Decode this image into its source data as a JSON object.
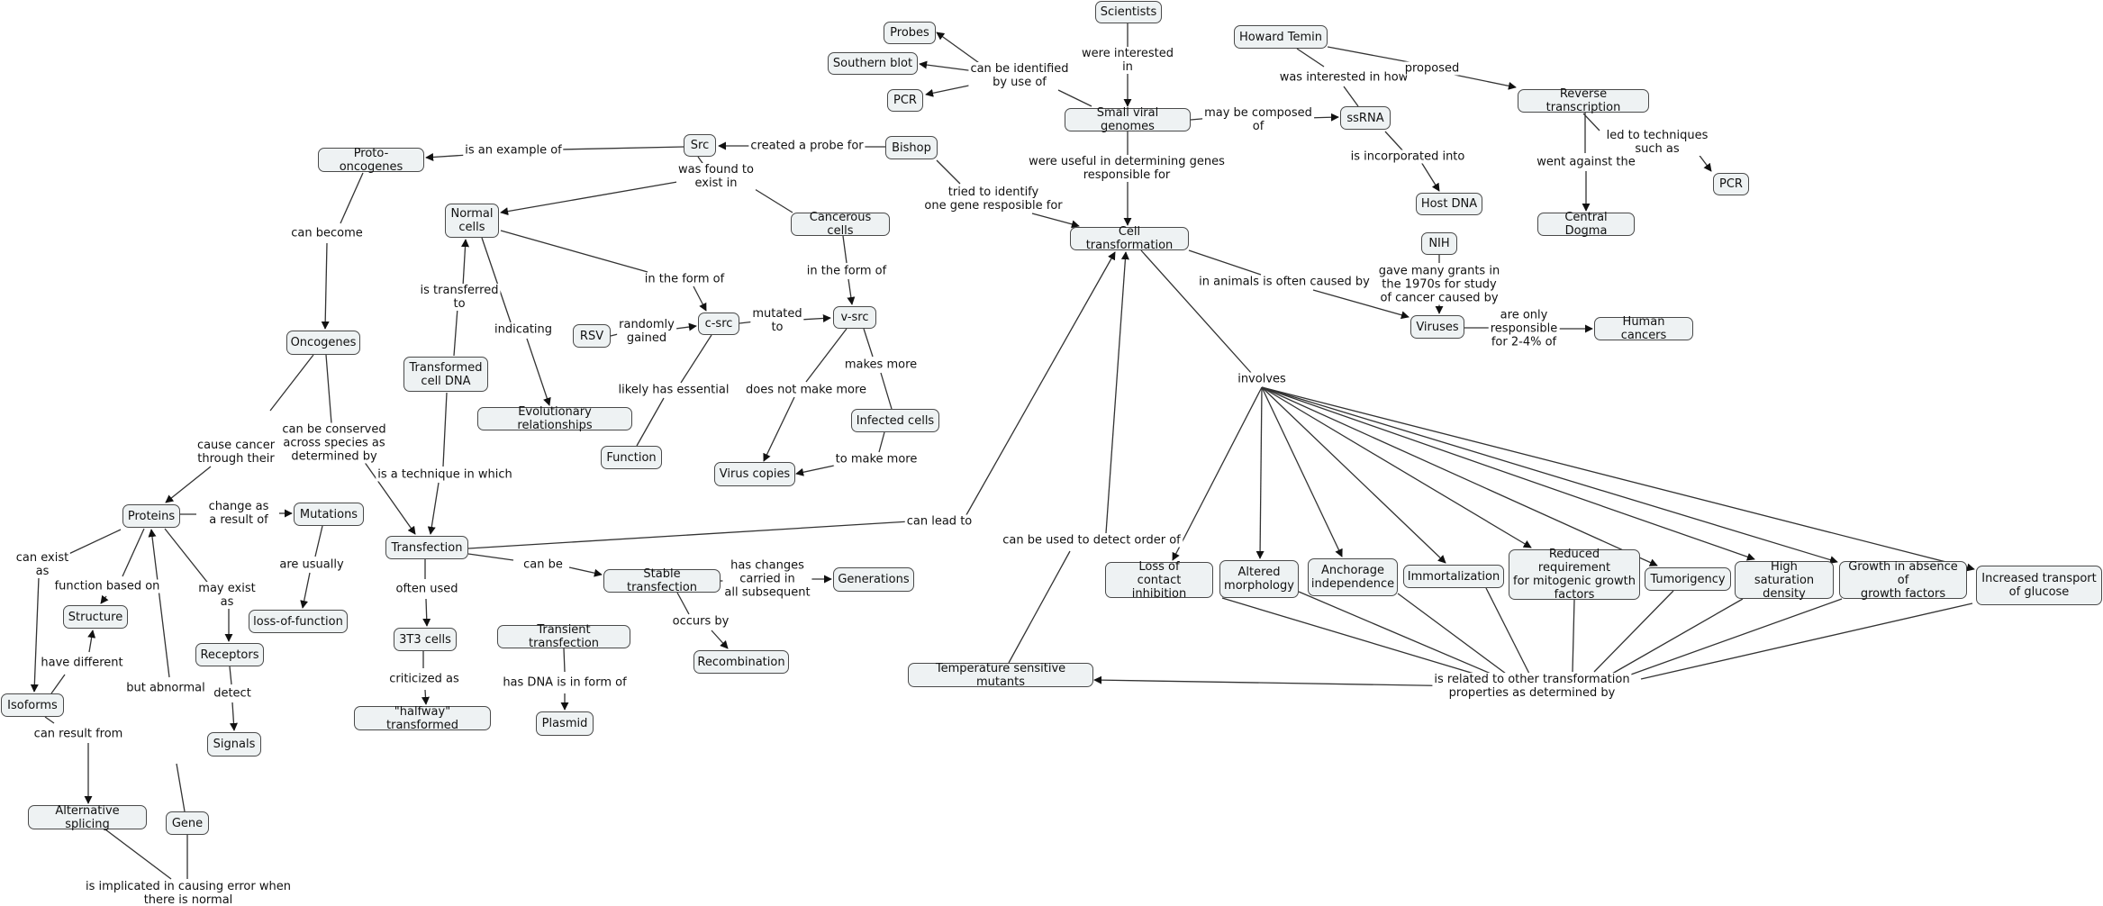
{
  "nodes": {
    "scientists": "Scientists",
    "probes": "Probes",
    "southern_blot": "Southern blot",
    "pcr_1": "PCR",
    "howard_temin": "Howard Temin",
    "reverse_transcription": "Reverse transcription",
    "small_viral_genomes": "Small viral genomes",
    "ssrna": "ssRNA",
    "proto_oncogenes": "Proto-oncogenes",
    "src": "Src",
    "bishop": "Bishop",
    "pcr_2": "PCR",
    "host_dna": "Host DNA",
    "central_dogma": "Central Dogma",
    "normal_cells": "Normal\ncells",
    "cancerous_cells": "Cancerous cells",
    "cell_transformation": "Cell transformation",
    "nih": "NIH",
    "rsv": "RSV",
    "c_src": "c-src",
    "v_src": "v-src",
    "viruses": "Viruses",
    "human_cancers": "Human cancers",
    "oncogenes": "Oncogenes",
    "transformed_cell_dna": "Transformed\ncell DNA",
    "evolutionary_relationships": "Evolutionary relationships",
    "infected_cells": "Infected cells",
    "function": "Function",
    "virus_copies": "Virus copies",
    "proteins": "Proteins",
    "mutations": "Mutations",
    "transfection": "Transfection",
    "stable_transfection": "Stable transfection",
    "generations": "Generations",
    "loss_contact_inhibition": "Loss of\ncontact inhibition",
    "altered_morphology": "Altered\nmorphology",
    "anchorage_independence": "Anchorage\nindependence",
    "immortalization": "Immortalization",
    "reduced_requirement": "Reduced requirement\nfor mitogenic growth\nfactors",
    "tumorigency": "Tumorigency",
    "high_saturation_density": "High saturation\ndensity",
    "growth_absence": "Growth in absence of\ngrowth factors",
    "increased_transport": "Increased transport\nof glucose",
    "structure": "Structure",
    "loss_of_function": "loss-of-function",
    "receptors": "Receptors",
    "three_t3_cells": "3T3 cells",
    "transient_transfection": "Transient transfection",
    "recombination": "Recombination",
    "temperature_sensitive_mutants": "Temperature sensitive mutants",
    "isoforms": "Isoforms",
    "signals": "Signals",
    "halfway_transformed": "\"halfway\" transformed",
    "plasmid": "Plasmid",
    "alternative_splicing": "Alternative splicing",
    "gene": "Gene"
  },
  "labels": {
    "were_interested_in": "were interested\nin",
    "can_be_identified_by_use_of": "can be identified\nby use of",
    "was_interested_in_how": "was interested in how",
    "proposed": "proposed",
    "may_be_composed_of": "may be composed\nof",
    "is_an_example_of": "is an example of",
    "created_a_probe_for": "created a probe for",
    "was_found_to_exist_in": "was found to\nexist in",
    "led_to_techniques_such_as": "led to techniques\nsuch as",
    "is_incorporated_into": "is incorporated into",
    "went_against_the": "went against the",
    "tried_to_identify": "tried to identify\none gene resposible for",
    "were_useful_in_determining": "were useful in determining genes\nresponsible for",
    "can_become": "can become",
    "in_the_form_of_1": "in the form of",
    "in_the_form_of_2": "in the form of",
    "is_transferred_to": "is transferred\nto",
    "in_animals_often_caused_by": "in animals is often caused by",
    "gave_many_grants": "gave many grants in\nthe 1970s for study\nof cancer caused by",
    "randomly_gained": "randomly\ngained",
    "mutated_to": "mutated\nto",
    "are_only_responsible": "are only\nresponsible\nfor 2-4% of",
    "indicating": "indicating",
    "makes_more": "makes more",
    "likely_has_essential": "likely has essential",
    "does_not_make_more": "does not make more",
    "involves": "involves",
    "cause_cancer_through_their": "cause cancer\nthrough their",
    "can_be_conserved": "can be conserved\nacross species as\ndetermined by",
    "to_make_more": "to make more",
    "is_a_technique_in_which": "is a technique in which",
    "change_as_a_result_of": "change as\na result of",
    "can_lead_to": "can lead to",
    "can_exist_as": "can exist\nas",
    "can_be_used_to_detect_order_of": "can be used to detect order of",
    "are_usually": "are usually",
    "can_be": "can be",
    "has_changes_carried": "has changes\ncarried in\nall subsequent",
    "function_based_on": "function based on",
    "may_exist_as": "may exist\nas",
    "often_used": "often used",
    "occurs_by": "occurs by",
    "have_different": "have different",
    "detect": "detect",
    "criticized_as": "criticized as",
    "has_dna_in_form_of": "has DNA is in form of",
    "is_related_to_other": "is related to other transformation\nproperties as determined by",
    "but_abnormal": "but abnormal",
    "can_result_from": "can result from",
    "is_implicated_in_error": "is implicated in causing error when\nthere is normal"
  },
  "colors": {
    "node_fill": "#eef2f3",
    "node_border": "#4a4a4a",
    "line": "#333333",
    "background": "#ffffff"
  }
}
